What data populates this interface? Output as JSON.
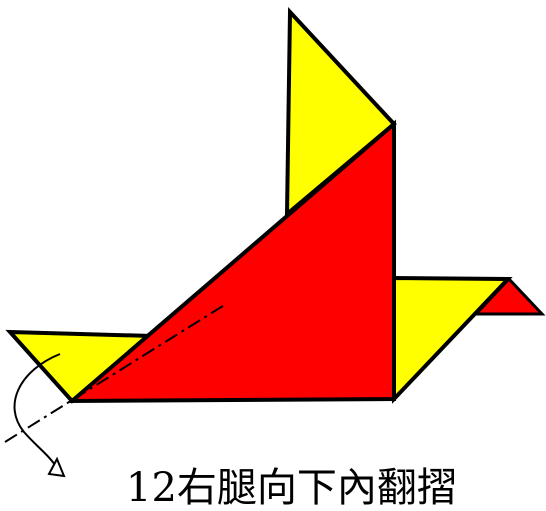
{
  "caption": "12右腿向下內翻摺",
  "colors": {
    "front": "#ff0000",
    "back": "#ffff00",
    "outline": "#000000",
    "background": "#ffffff"
  },
  "icons": {
    "fold_line": "dash-dot-fold-line",
    "fold_arrow": "curved-fold-arrow"
  }
}
